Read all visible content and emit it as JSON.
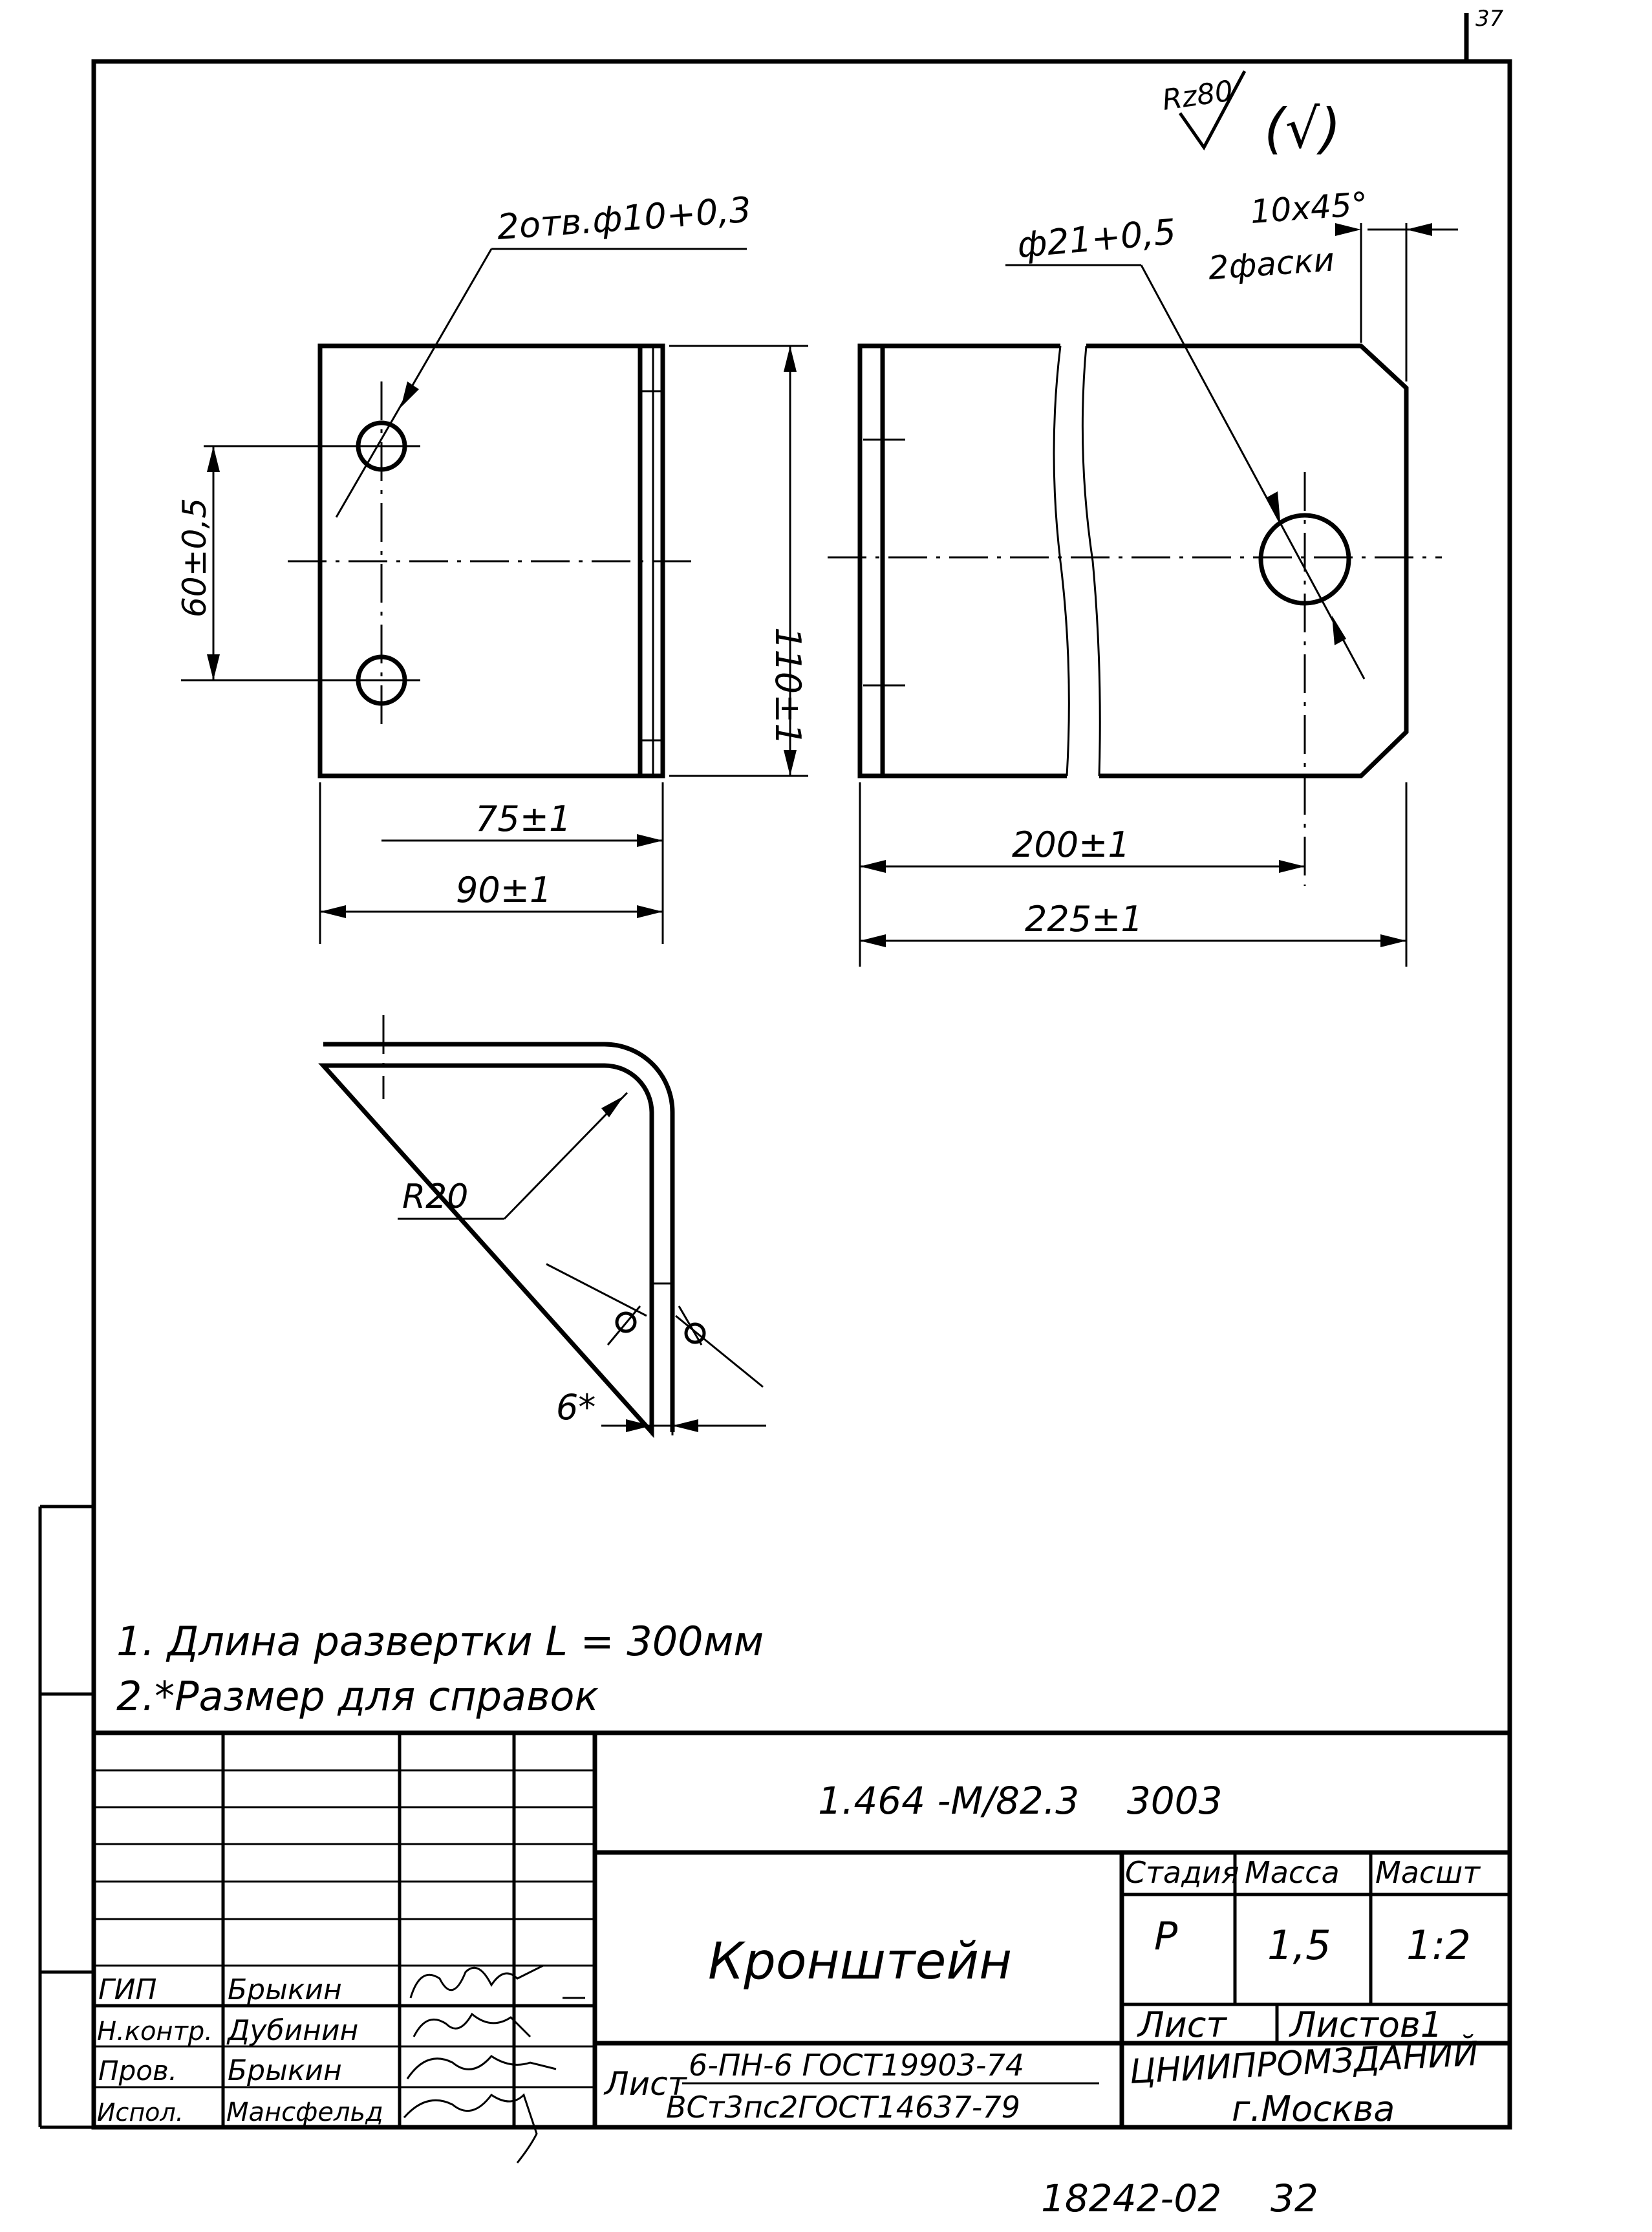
{
  "page_corner_number": "37",
  "roughness": {
    "general": "Rz80",
    "other": "(√)"
  },
  "callouts": {
    "small_holes": "2отв.ф10+0,3",
    "big_hole": "ф21+0,5",
    "chamfer_size": "10x45°",
    "chamfer_count": "2фаски",
    "bend_radius": "R20",
    "thickness": "6*"
  },
  "dimensions": {
    "hole_spacing": "60±0,5",
    "height": "110±1",
    "width_inner": "75±1",
    "width_outer": "90±1",
    "length_to_hole": "200±1",
    "length_total": "225±1"
  },
  "notes": [
    "1. Длина развертки L = 300мм",
    "2.*Размер для справок"
  ],
  "title_block": {
    "designation": "1.464 -М/82.3    3003",
    "part_name": "Кронштейн",
    "headers": {
      "stage": "Стадия",
      "mass": "Масса",
      "scale": "Масшт"
    },
    "values": {
      "stage": "Р",
      "mass": "1,5",
      "scale": "1:2"
    },
    "sheet_label": "Лист",
    "sheets_label": "Листов1",
    "material_prefix": "Лист",
    "material_top": "6-ПН-6 ГОСТ19903-74",
    "material_bottom": "ВСт3пс2ГОСТ14637-79",
    "organization_1": "ЦНИИПРОМЗДАНИЙ",
    "organization_2": "г.Москва",
    "staff": [
      {
        "role": "ГИП",
        "name": "Брыкин"
      },
      {
        "role": "Н.контр.",
        "name": "Дубинин"
      },
      {
        "role": "Пров.",
        "name": "Брыкин"
      },
      {
        "role": "Испол.",
        "name": "Мансфельд"
      }
    ]
  },
  "footer_code": "18242-02",
  "footer_page": "32"
}
